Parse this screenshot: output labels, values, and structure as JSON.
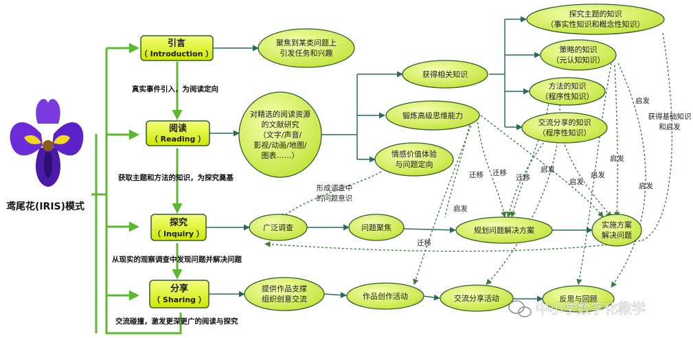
{
  "title": "鸢尾花(IRIS)模式",
  "stages": [
    {
      "cn": "引言",
      "en": "（ Introduction ）"
    },
    {
      "cn": "阅读",
      "en": "（ Reading ）"
    },
    {
      "cn": "探究",
      "en": "（ Inquiry ）"
    },
    {
      "cn": "分享",
      "en": "（ Sharing ）"
    }
  ],
  "transitions": [
    "真实事件引入，为阅读定向",
    "获取主题和方法的知识，为探究奠基",
    "从现实的观察调查中发现问题并解决问题",
    "交流碰撞，激发更深更广的阅读与探究"
  ],
  "nodes": {
    "intro_focus": [
      "聚焦到某类问题上",
      "引发任务和兴趣"
    ],
    "reading_resources": [
      "对精选的阅读资源",
      "的文献研究",
      "（文字/声音/",
      "影视/动画/地图/",
      "图表……）"
    ],
    "gain_knowledge": [
      "获得相关知识"
    ],
    "higher_thinking": [
      "锻炼高级思维能力"
    ],
    "emotion": [
      "情感价值体验",
      "与问题定向"
    ],
    "topic_knowledge": [
      "探究主题的知识",
      "（事实性知识和概念性知识）"
    ],
    "strategy_knowledge": [
      "策略的知识",
      "（元认知知识）"
    ],
    "method_knowledge": [
      "方法的知识",
      "（程序性知识）"
    ],
    "exchange_knowledge": [
      "交流分享的知识",
      "（程序性知识）"
    ],
    "survey": [
      "广泛调查"
    ],
    "problem_focus": [
      "问题聚焦"
    ],
    "plan": [
      "规划问题解决方案"
    ],
    "implement": [
      "实施方案",
      "解决问题"
    ],
    "provide_works": [
      "提供作品支撑",
      "组织创意交流"
    ],
    "creation": [
      "作品创作活动"
    ],
    "exchange_activity": [
      "交流分享活动"
    ],
    "reflection": [
      "反思与回顾"
    ]
  },
  "annotations": {
    "form_problem": [
      "形成调查中",
      "的问题意识"
    ],
    "transfer": "迁移",
    "inspire": "启发",
    "basic_knowledge": [
      "获得基础知识",
      "和启发"
    ]
  },
  "watermark": "中小学数字化教学",
  "colors": {
    "stage_fill": "#d9f000",
    "node_fill": "#d3f05a",
    "node_stroke": "#2f5a2f",
    "arrow_green": "#5cb82f",
    "dark_line": "#2a6a5a",
    "dashed": "#3a7a3a"
  }
}
